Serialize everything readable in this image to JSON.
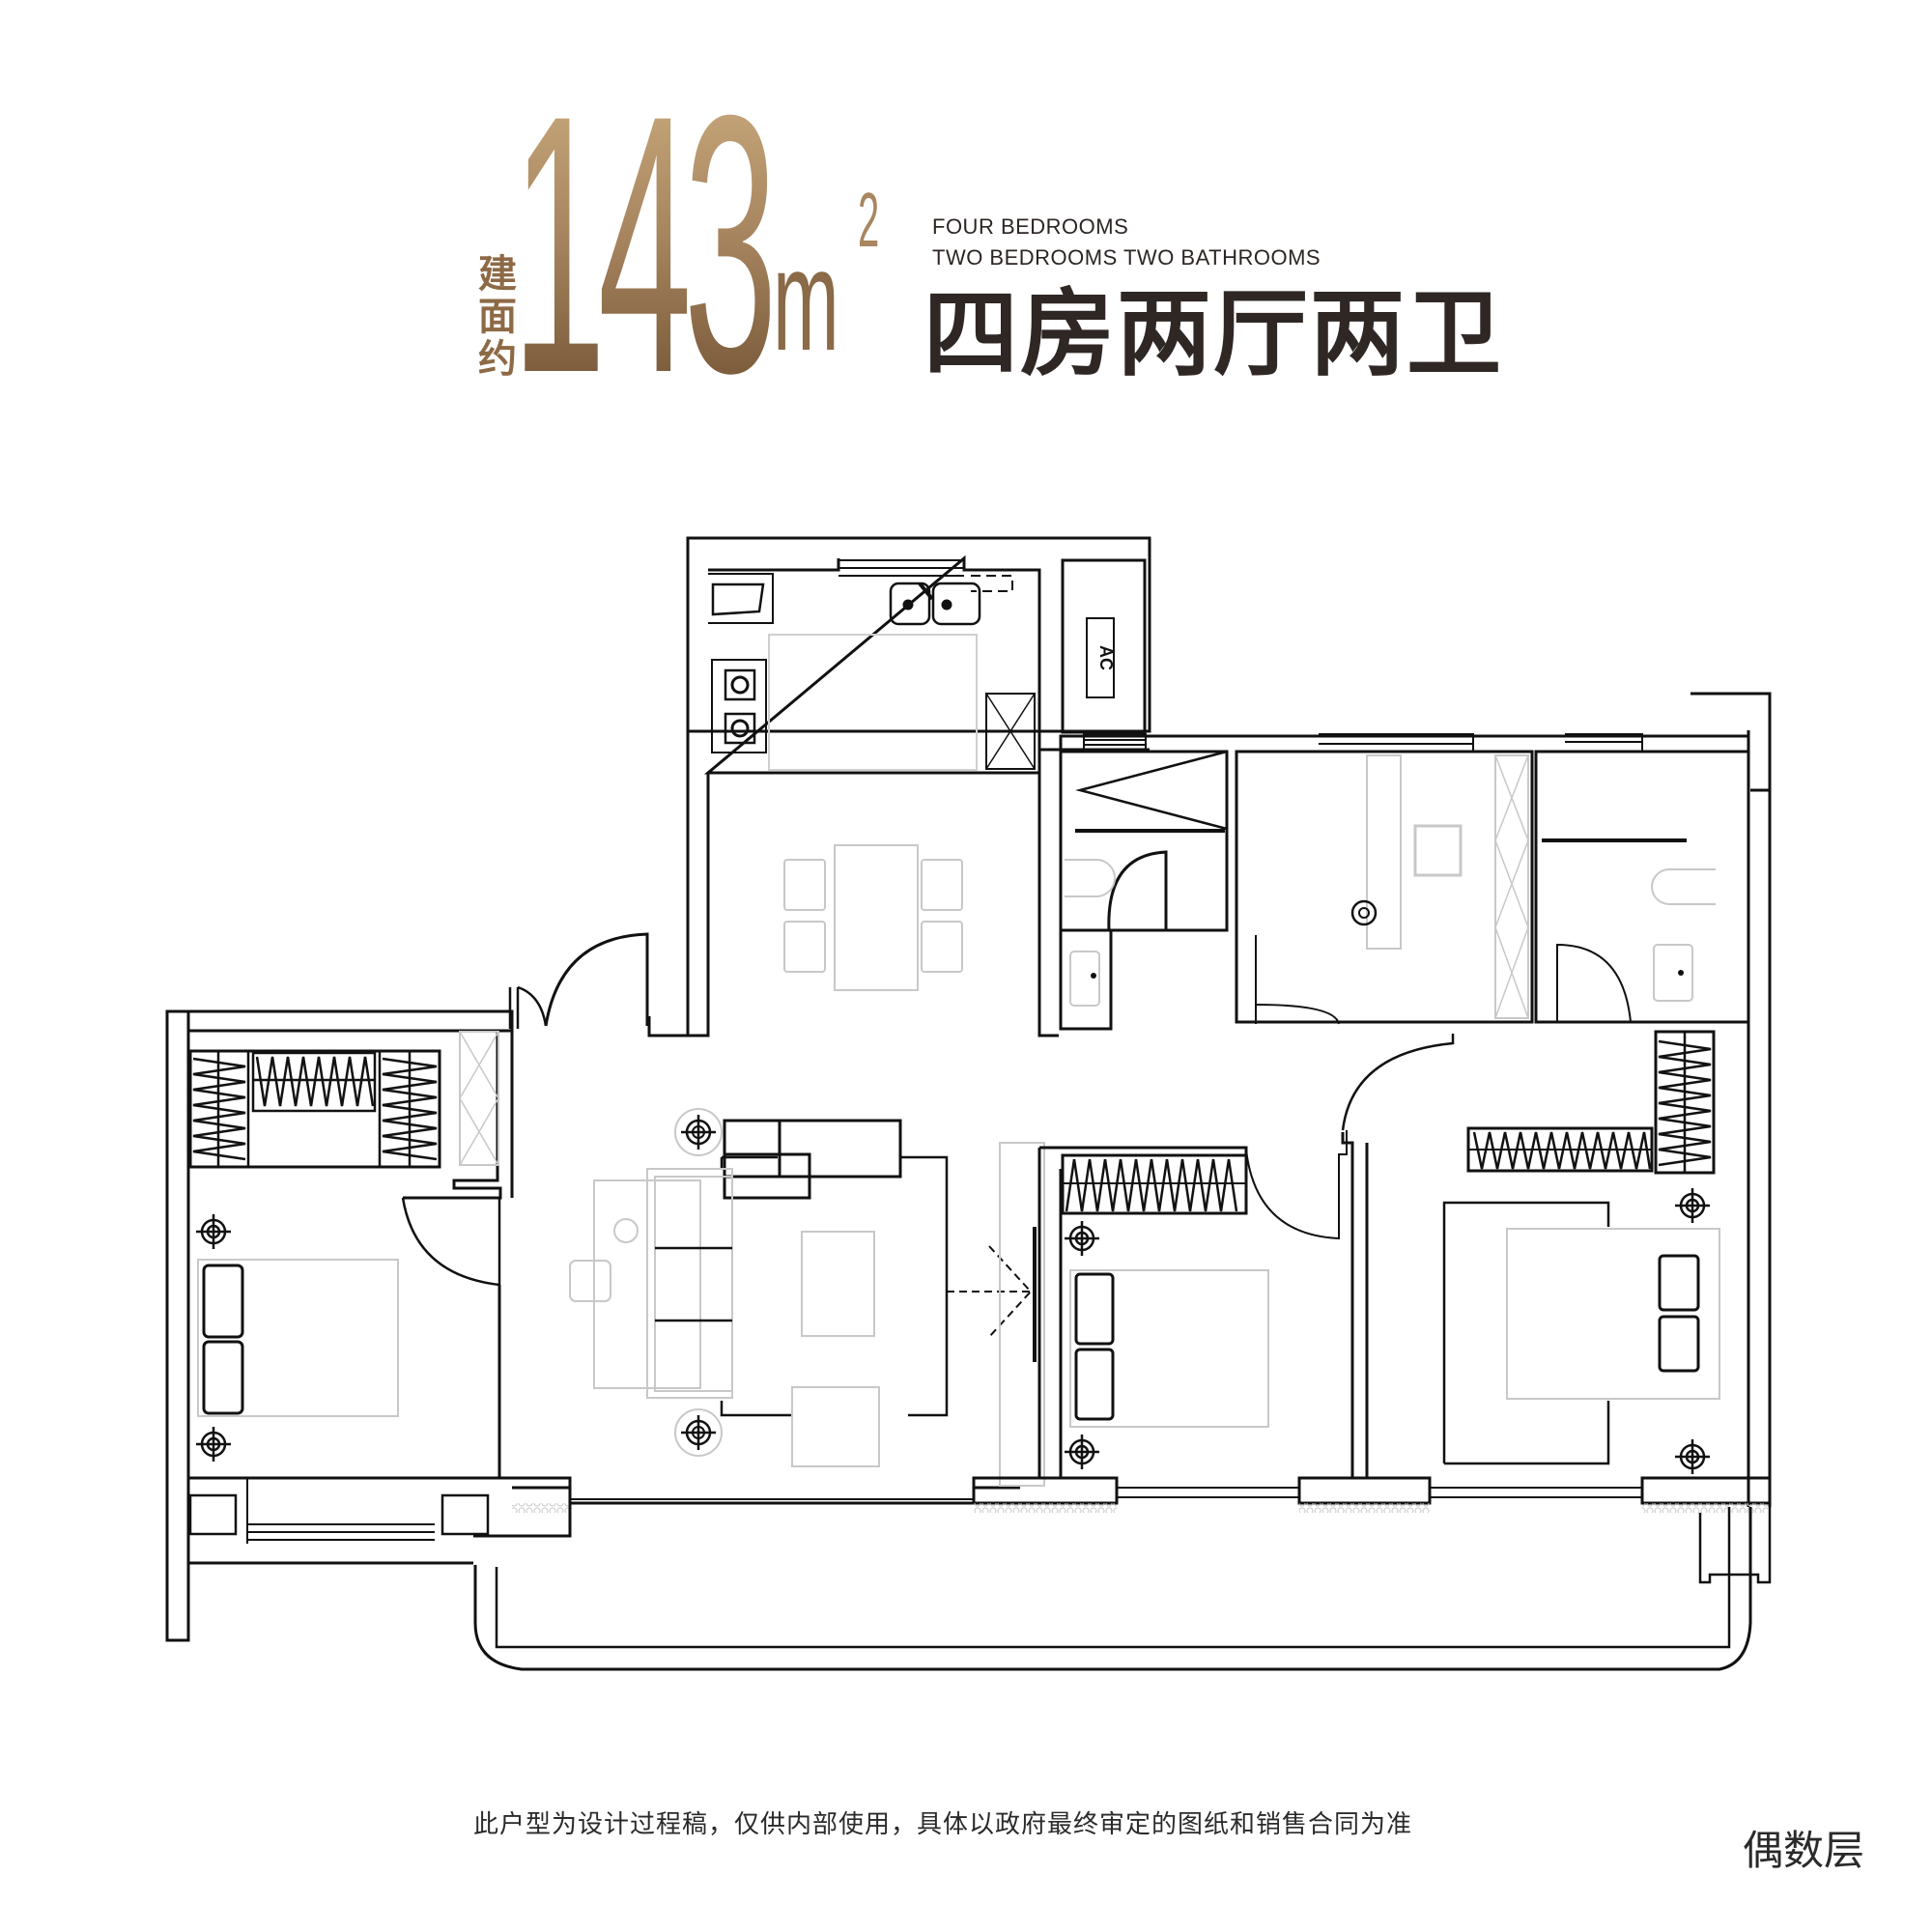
{
  "header": {
    "area_prefix_chars": [
      "建",
      "面",
      "约"
    ],
    "area_value": "143",
    "area_unit": "m",
    "area_unit_superscript": "2",
    "english_line_1": "FOUR BEDROOMS",
    "english_line_2": "TWO BEDROOMS TWO BATHROOMS",
    "chinese_layout": "四房两厅两卫",
    "colors": {
      "gold_light": "#c4a478",
      "gold_dark": "#7a5a3a",
      "text_dark": "#2f2724"
    }
  },
  "floor_plan": {
    "rooms": [
      {
        "id": "kitchen",
        "fixtures": [
          "double-sink",
          "two-burner-stove",
          "fridge",
          "water-heater"
        ]
      },
      {
        "id": "ac-platform",
        "label": "AC"
      },
      {
        "id": "dining",
        "fixtures": [
          "dining-table",
          "chair",
          "chair",
          "chair",
          "chair"
        ]
      },
      {
        "id": "living",
        "fixtures": [
          "sofa",
          "coffee-table",
          "tv-cabinet",
          "armchair",
          "side-lamp",
          "side-lamp"
        ]
      },
      {
        "id": "bedroom-west",
        "fixtures": [
          "bed",
          "walk-in-wardrobe",
          "nightstand",
          "nightstand"
        ]
      },
      {
        "id": "bedroom-middle",
        "fixtures": [
          "bed",
          "wardrobe",
          "nightstand",
          "nightstand"
        ]
      },
      {
        "id": "bedroom-master",
        "fixtures": [
          "bed",
          "wardrobe",
          "wardrobe",
          "nightstand",
          "nightstand"
        ]
      },
      {
        "id": "study",
        "fixtures": [
          "desk",
          "chair",
          "bookshelf",
          "lamp"
        ]
      },
      {
        "id": "bathroom-shared",
        "fixtures": [
          "shower",
          "toilet",
          "basin"
        ]
      },
      {
        "id": "bathroom-master",
        "fixtures": [
          "shower",
          "toilet",
          "basin"
        ]
      },
      {
        "id": "balcony-south"
      },
      {
        "id": "balcony-west"
      }
    ],
    "ac_label": "AC"
  },
  "footer": {
    "disclaimer": "此户型为设计过程稿，仅供内部使用，具体以政府最终审定的图纸和销售合同为准",
    "floor_tag": "偶数层"
  }
}
